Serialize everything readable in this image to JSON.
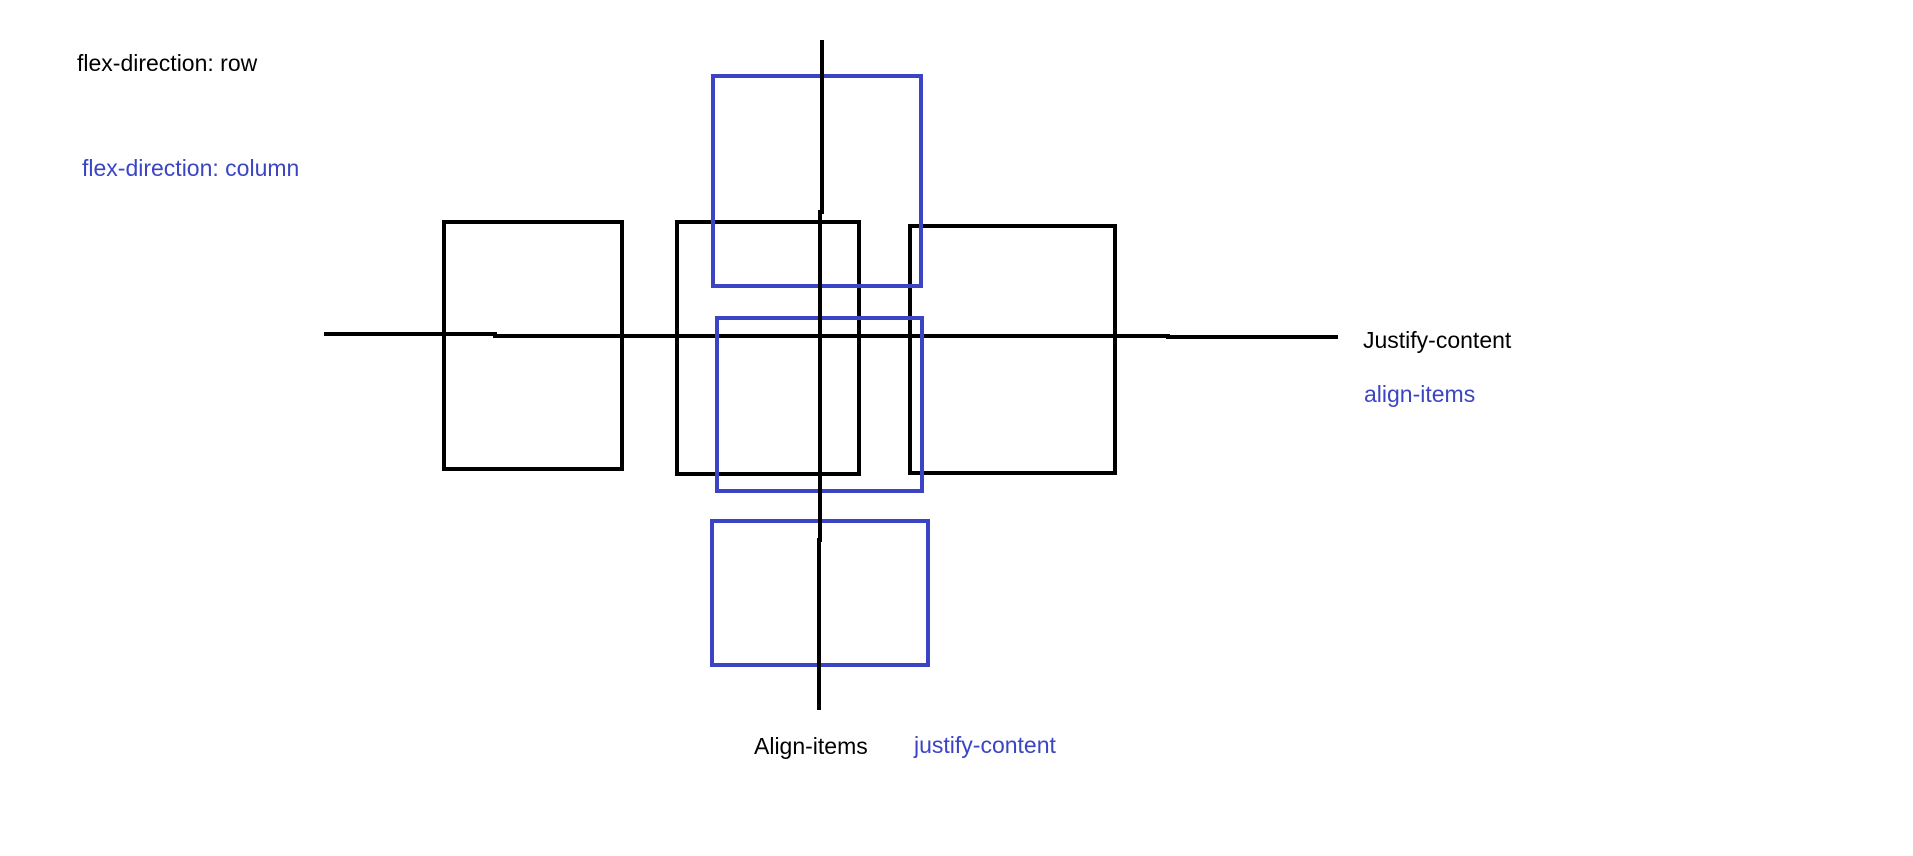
{
  "labels": {
    "row_direction": "flex-direction: row",
    "column_direction": "flex-direction: column",
    "row_main_axis": "Justify-content",
    "row_cross_for_column": "align-items",
    "column_cross_for_row": "Align-items",
    "column_main_axis": "justify-content"
  },
  "colors": {
    "row": "#000000",
    "column": "#3b45c4",
    "background": "#ffffff"
  }
}
